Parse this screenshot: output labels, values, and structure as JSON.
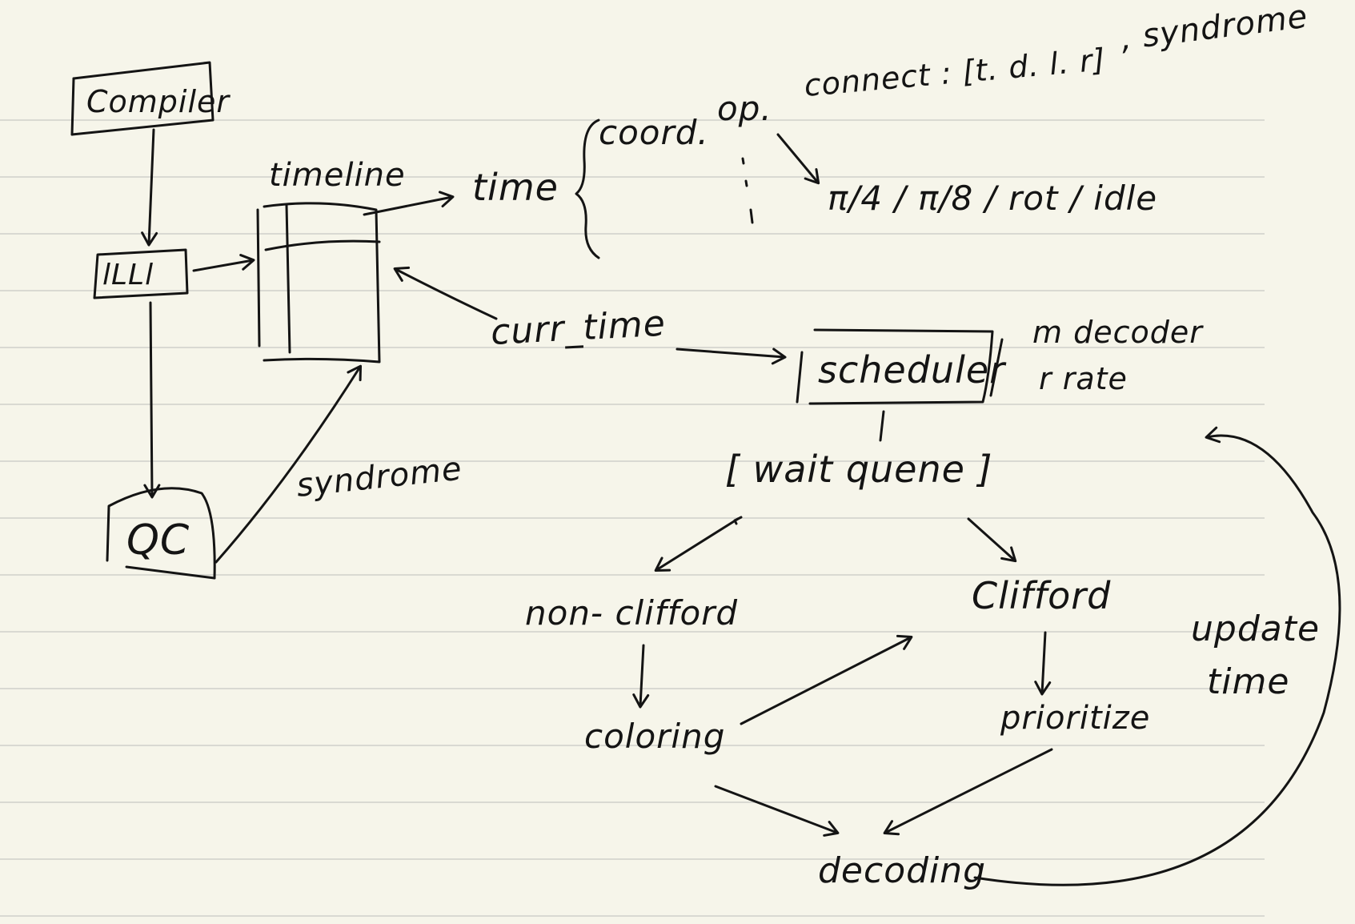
{
  "nodes": {
    "compiler": "Compiler",
    "llc": "lLLl",
    "timeline": "timeline",
    "time": "time",
    "coord": "coord.",
    "op": "op.",
    "connect": "connect : [t. d. l. r]",
    "syndrome_top": ", syndrome",
    "op_types": "π/4 / π/8 / rot / idle",
    "qc": "QC",
    "syndrome_edge": "syndrome",
    "curr_time": "curr_time",
    "scheduler": "scheduler",
    "decoder_note": "m decoder",
    "rate_note": "r rate",
    "wait_queue": "[ wait quene ]",
    "non_clifford": "non- clifford",
    "clifford": "Clifford",
    "coloring": "coloring",
    "prioritize": "prioritize",
    "decoding": "decoding",
    "update_time_1": "update",
    "update_time_2": "time"
  },
  "colors": {
    "paper": "#f6f5ea",
    "ink": "#141414",
    "ruled_line": "#d9d9d2"
  }
}
